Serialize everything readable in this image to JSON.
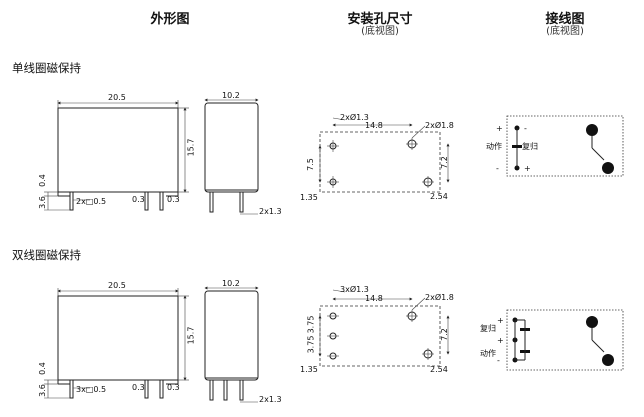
{
  "headers": {
    "outline": "外形图",
    "mounting": "安装孔尺寸",
    "mounting_sub": "(底视图)",
    "wiring": "接线图",
    "wiring_sub": "(底视图)"
  },
  "section1": {
    "title": "单线圈磁保持",
    "width": "20.5",
    "depth": "10.2",
    "height": "15.7",
    "pin_off": "0.4",
    "pin_len": "3.6",
    "pins_main": "2x□0.5",
    "pin_t1": "0.3",
    "pin_t2": "0.3",
    "pins_side": "2x1.3",
    "holes_small": "2xØ1.3",
    "holes_large": "2xØ1.8",
    "span": "14.8",
    "left_pitch": "7.5",
    "right_pitch": "7.2",
    "edge_x": "1.35",
    "edge_r": "2.54",
    "act": "动作",
    "reset": "复归",
    "plus": "+",
    "minus": "-"
  },
  "section2": {
    "title": "双线圈磁保持",
    "width": "20.5",
    "depth": "10.2",
    "height": "15.7",
    "pin_off": "0.4",
    "pin_len": "3.6",
    "pins_main": "3x□0.5",
    "pin_t1": "0.3",
    "pin_t2": "0.3",
    "pins_side": "2x1.3",
    "holes_small": "3xØ1.3",
    "holes_large": "2xØ1.8",
    "span": "14.8",
    "pitch_a": "3.75",
    "pitch_b": "3.75",
    "right_pitch": "7.2",
    "edge_x": "1.35",
    "edge_r": "2.54",
    "reset": "复归",
    "act": "动作",
    "plus": "+",
    "minus": "-"
  }
}
